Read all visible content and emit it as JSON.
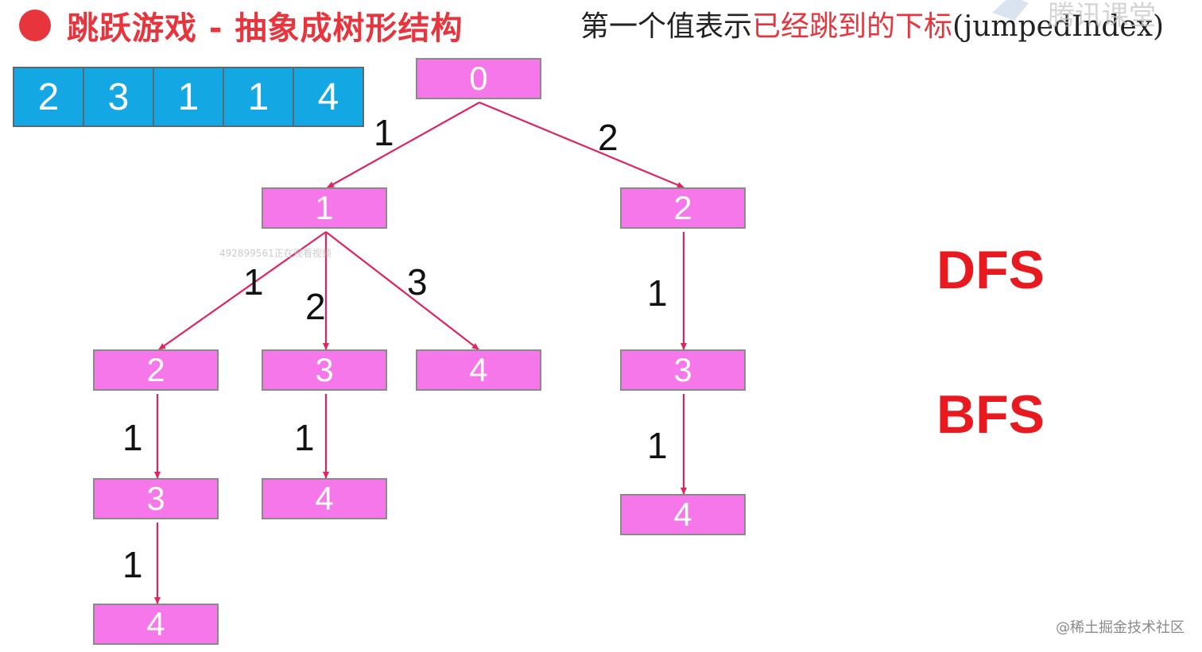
{
  "title": "跳跃游戏 - 抽象成树形结构",
  "description": {
    "prefix": "第一个值表示",
    "highlight": "已经跳到的下标",
    "suffix": "(jumpedIndex)"
  },
  "array": [
    "2",
    "3",
    "1",
    "1",
    "4"
  ],
  "tree": {
    "nodes": [
      {
        "id": "n0",
        "label": "0"
      },
      {
        "id": "n1",
        "label": "1"
      },
      {
        "id": "n2",
        "label": "2"
      },
      {
        "id": "n12",
        "label": "2"
      },
      {
        "id": "n13",
        "label": "3"
      },
      {
        "id": "n14",
        "label": "4"
      },
      {
        "id": "n23",
        "label": "3"
      },
      {
        "id": "n123",
        "label": "3"
      },
      {
        "id": "n134",
        "label": "4"
      },
      {
        "id": "n234",
        "label": "4"
      },
      {
        "id": "n1234",
        "label": "4"
      }
    ],
    "edges": [
      {
        "from": "n0",
        "to": "n1",
        "label": "1"
      },
      {
        "from": "n0",
        "to": "n2",
        "label": "2"
      },
      {
        "from": "n1",
        "to": "n12",
        "label": "1"
      },
      {
        "from": "n1",
        "to": "n13",
        "label": "2"
      },
      {
        "from": "n1",
        "to": "n14",
        "label": "3"
      },
      {
        "from": "n2",
        "to": "n23",
        "label": "1"
      },
      {
        "from": "n12",
        "to": "n123",
        "label": "1"
      },
      {
        "from": "n13",
        "to": "n134",
        "label": "1"
      },
      {
        "from": "n23",
        "to": "n234",
        "label": "1"
      },
      {
        "from": "n123",
        "to": "n1234",
        "label": "1"
      }
    ]
  },
  "algorithms": {
    "dfs": "DFS",
    "bfs": "BFS"
  },
  "watermarks": {
    "top_right": "腾讯课堂",
    "middle": "492899561正在观看视频",
    "bottom_right": "@稀土掘金技术社区"
  },
  "colors": {
    "accent_red": "#e8343c",
    "node_fill": "#f577ea",
    "array_fill": "#13a8e4",
    "edge": "#e0245e"
  }
}
